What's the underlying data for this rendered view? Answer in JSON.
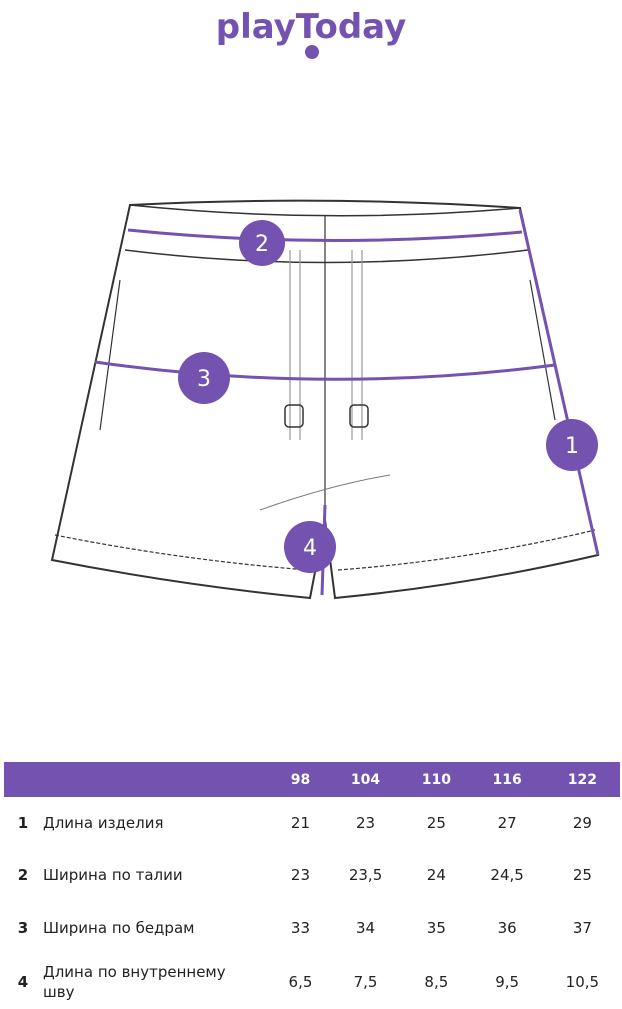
{
  "brand": "playToday",
  "diagram": {
    "markers": [
      "1",
      "2",
      "3",
      "4"
    ],
    "accent": "#7452b0"
  },
  "table": {
    "sizes": [
      "98",
      "104",
      "110",
      "116",
      "122"
    ],
    "rows": [
      {
        "num": "1",
        "label": "Длина изделия",
        "values": [
          "21",
          "23",
          "25",
          "27",
          "29"
        ]
      },
      {
        "num": "2",
        "label": "Ширина по талии",
        "values": [
          "23",
          "23,5",
          "24",
          "24,5",
          "25"
        ]
      },
      {
        "num": "3",
        "label": "Ширина по бедрам",
        "values": [
          "33",
          "34",
          "35",
          "36",
          "37"
        ]
      },
      {
        "num": "4",
        "label": "Длина по внутреннему шву",
        "values": [
          "6,5",
          "7,5",
          "8,5",
          "9,5",
          "10,5"
        ]
      }
    ]
  }
}
